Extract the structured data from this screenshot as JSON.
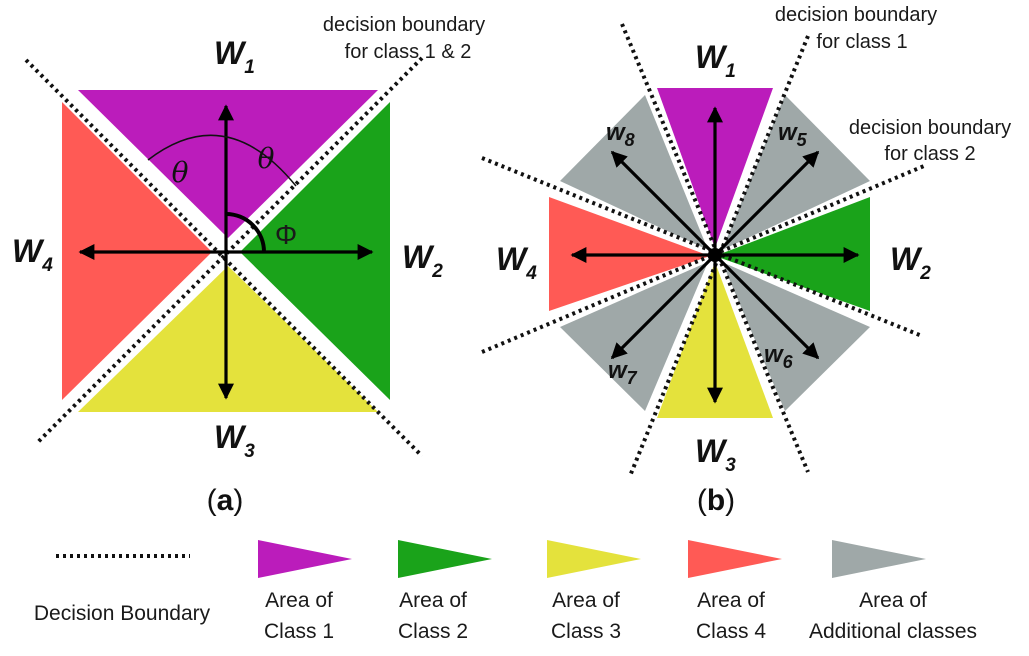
{
  "colors": {
    "class1": "#bb1cbb",
    "class2": "#1aa31a",
    "class3": "#e4e23c",
    "class4": "#ff5a55",
    "additional": "#9fa8a8"
  },
  "panel_a": {
    "label_open": "(",
    "label_letter": "a",
    "label_close": ")",
    "boundary_note_line1": "decision boundary",
    "boundary_note_line2": "for class 1 & 2",
    "theta_left": "θ",
    "theta_right": "θ",
    "phi": "Φ",
    "weights": [
      {
        "main": "W",
        "sub": "1"
      },
      {
        "main": "W",
        "sub": "2"
      },
      {
        "main": "W",
        "sub": "3"
      },
      {
        "main": "W",
        "sub": "4"
      }
    ]
  },
  "panel_b": {
    "label_open": "(",
    "label_letter": "b",
    "label_close": ")",
    "boundary1_note_line1": "decision boundary",
    "boundary1_note_line2": "for class 1",
    "boundary2_note_line1": "decision boundary",
    "boundary2_note_line2": "for class 2",
    "weights": [
      {
        "main": "W",
        "sub": "1"
      },
      {
        "main": "W",
        "sub": "2"
      },
      {
        "main": "W",
        "sub": "3"
      },
      {
        "main": "W",
        "sub": "4"
      },
      {
        "main": "w",
        "sub": "5"
      },
      {
        "main": "w",
        "sub": "6"
      },
      {
        "main": "w",
        "sub": "7"
      },
      {
        "main": "w",
        "sub": "8"
      }
    ]
  },
  "legend": {
    "boundary_label": "Decision Boundary",
    "items": [
      {
        "line1": "Area of",
        "line2": "Class 1"
      },
      {
        "line1": "Area of",
        "line2": "Class 2"
      },
      {
        "line1": "Area of",
        "line2": "Class 3"
      },
      {
        "line1": "Area of",
        "line2": "Class 4"
      },
      {
        "line1": "Area of",
        "line2": "Additional classes"
      }
    ]
  }
}
